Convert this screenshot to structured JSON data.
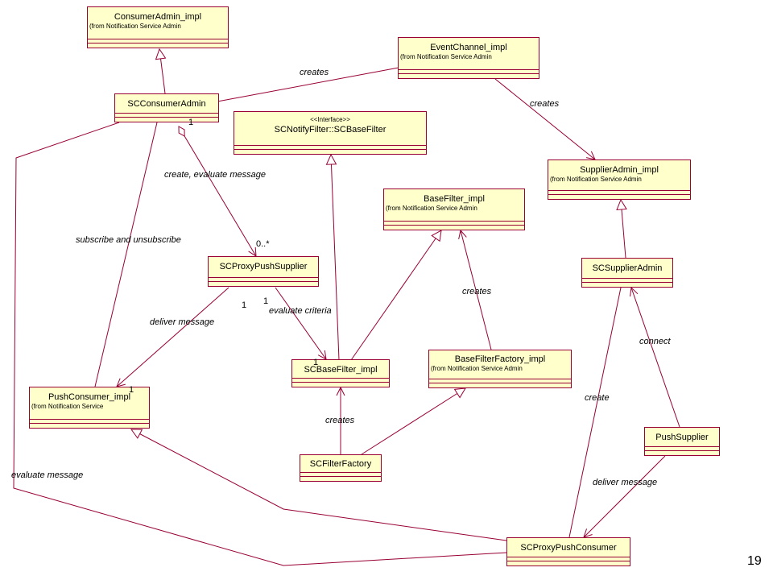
{
  "classes": {
    "consumer_admin_impl": {
      "name": "ConsumerAdmin_impl",
      "from": "(from Notification Service Admin"
    },
    "event_channel_impl": {
      "name": "EventChannel_impl",
      "from": "(from Notification Service Admin"
    },
    "sc_consumer_admin": {
      "name": "SCConsumerAdmin"
    },
    "sc_notify_filter": {
      "stereotype": "<<Interface>>",
      "name": "SCNotifyFilter::SCBaseFilter"
    },
    "supplier_admin_impl": {
      "name": "SupplierAdmin_impl",
      "from": "(from Notification Service Admin"
    },
    "base_filter_impl": {
      "name": "BaseFilter_impl",
      "from": "(from Notification Service Admin"
    },
    "sc_proxy_push_supplier": {
      "name": "SCProxyPushSupplier"
    },
    "sc_supplier_admin": {
      "name": "SCSupplierAdmin"
    },
    "sc_base_filter_impl": {
      "name": "SCBaseFilter_impl"
    },
    "base_filter_factory_impl": {
      "name": "BaseFilterFactory_impl",
      "from": "(from Notification Service Admin"
    },
    "push_consumer_impl": {
      "name": "PushConsumer_impl",
      "from": "(from Notification Service"
    },
    "push_supplier": {
      "name": "PushSupplier"
    },
    "sc_filter_factory": {
      "name": "SCFilterFactory"
    },
    "sc_proxy_push_consumer": {
      "name": "SCProxyPushConsumer"
    }
  },
  "labels": {
    "creates_ec_consumer": "creates",
    "creates_ec_supplier": "creates",
    "create_evaluate": "create, evaluate message",
    "subscribe": "subscribe and unsubscribe",
    "deliver_message_left": "deliver message",
    "evaluate_criteria": "evaluate criteria",
    "creates_basefilter": "creates",
    "creates_scbasefilter": "creates",
    "connect": "connect",
    "create": "create",
    "deliver_message_right": "deliver message",
    "evaluate_message": "evaluate message"
  },
  "multiplicities": {
    "m1": "1",
    "m2": "0..*",
    "m3": "1",
    "m4": "1",
    "m5": "1",
    "m6": "1"
  },
  "page_number": "19"
}
